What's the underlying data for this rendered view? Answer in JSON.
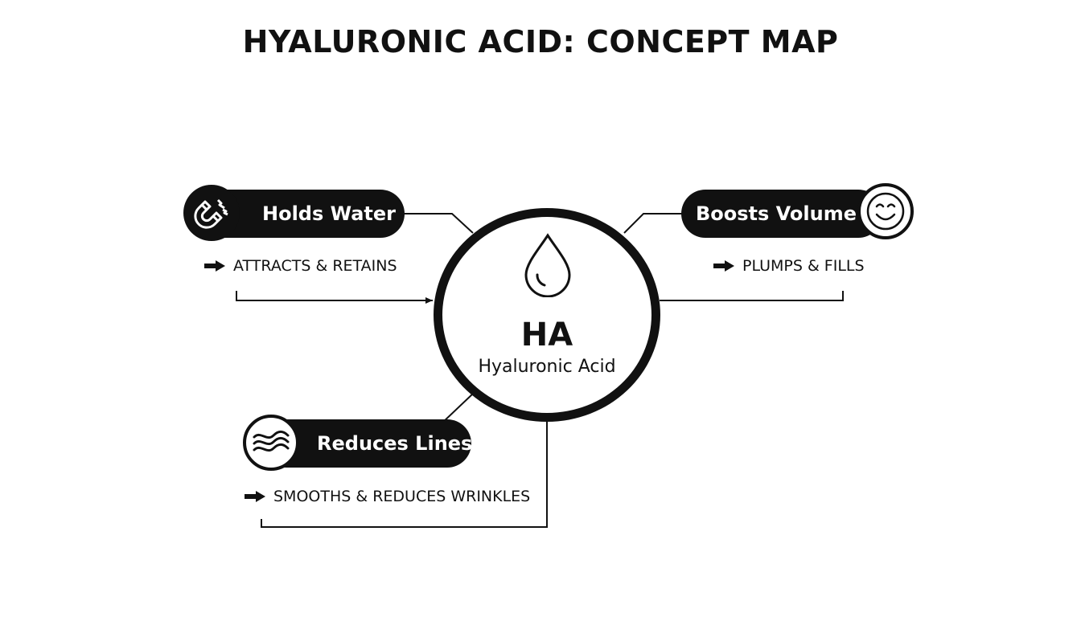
{
  "title": "HYALURONIC ACID: CONCEPT MAP",
  "center": {
    "abbreviation": "HA",
    "name": "Hyaluronic Acid",
    "icon": "water-drop-icon"
  },
  "nodes": [
    {
      "label": "Holds Water",
      "detail": "ATTRACTS & RETAINS",
      "icon": "magnet-icon"
    },
    {
      "label": "Boosts Volume",
      "detail": "PLUMPS & FILLS",
      "icon": "smiley-face-icon"
    },
    {
      "label": "Reduces Lines",
      "detail": "SMOOTHS & REDUCES WRINKLES",
      "icon": "wavy-lines-icon"
    }
  ],
  "colors": {
    "ink": "#111111",
    "background": "#ffffff"
  }
}
